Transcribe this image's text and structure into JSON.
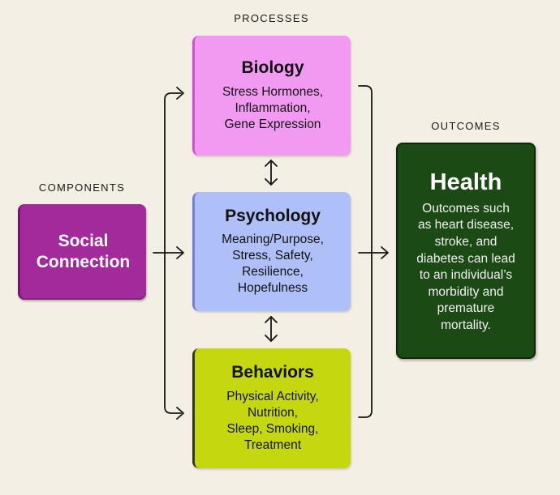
{
  "labels": {
    "components": "COMPONENTS",
    "processes": "PROCESSES",
    "outcomes": "OUTCOMES"
  },
  "component": {
    "title": "Social\nConnection",
    "color": "#a22a9a"
  },
  "processes": [
    {
      "title": "Biology",
      "description": "Stress Hormones,\nInflammation,\nGene Expression",
      "color": "#f29af2"
    },
    {
      "title": "Psychology",
      "description": "Meaning/Purpose,\nStress, Safety,\nResilience,\nHopefulness",
      "color": "#aec0f7"
    },
    {
      "title": "Behaviors",
      "description": "Physical Activity,\nNutrition,\nSleep, Smoking,\nTreatment",
      "color": "#c5d80f"
    }
  ],
  "outcome": {
    "title": "Health",
    "description": "Outcomes such\nas heart disease,\nstroke, and\ndiabetes can lead\nto an individual’s\nmorbidity and\npremature\nmortality.",
    "color": "#1b4a14"
  },
  "edges": [
    {
      "from": "Social Connection",
      "to": "Biology",
      "type": "arrow"
    },
    {
      "from": "Social Connection",
      "to": "Psychology",
      "type": "arrow"
    },
    {
      "from": "Social Connection",
      "to": "Behaviors",
      "type": "arrow"
    },
    {
      "from": "Biology",
      "to": "Psychology",
      "type": "bidirectional"
    },
    {
      "from": "Psychology",
      "to": "Behaviors",
      "type": "bidirectional"
    },
    {
      "from": "Processes",
      "to": "Health",
      "type": "arrow"
    }
  ]
}
